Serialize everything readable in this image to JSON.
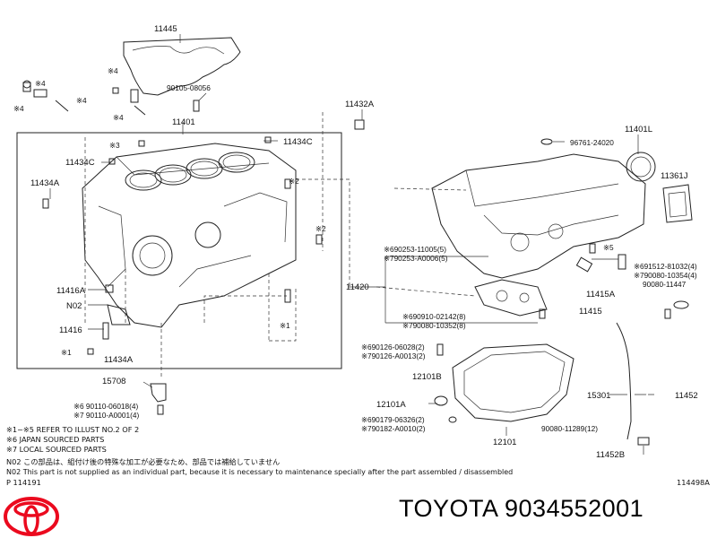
{
  "labels": {
    "p11445": "11445",
    "x4a": "※4",
    "x4b": "※4",
    "x4c": "※4",
    "x4d": "※4",
    "x4e": "※4",
    "p90105": "90105-08056",
    "p11401": "11401",
    "p11432a": "11432A",
    "x3": "※3",
    "p11434c_r": "11434C",
    "p11434c_l": "11434C",
    "p11434a_l": "11434A",
    "x2a": "※2",
    "x2b": "※2",
    "p11416a": "11416A",
    "n02": "N02",
    "p11416": "11416",
    "x1a": "※1",
    "x1b": "※1",
    "p11434a_b": "11434A",
    "p15708": "15708",
    "r15708a": "※6 90110-06018(4)",
    "r15708b": "※7 90110-A0001(4)",
    "p96761": "96761-24020",
    "p11401l": "11401L",
    "p11361j": "11361J",
    "r11005": "※690253-11005(5)",
    "r0006": "※790253-A0006(5)",
    "x5": "※5",
    "r81032": "※691512-81032(4)",
    "r10354": "※790080-10354(4)",
    "r11447": "90080-11447",
    "p11420": "11420",
    "p11415a": "11415A",
    "p11415": "11415",
    "r02142": "※690910-02142(8)",
    "r10352": "※790080-10352(8)",
    "r06028": "※690126-06028(2)",
    "r0013": "※790126-A0013(2)",
    "p12101b": "12101B",
    "p12101a": "12101A",
    "r06326": "※690179-06326(2)",
    "r0010": "※790182-A0010(2)",
    "r11289": "90080-11289(12)",
    "p12101": "12101",
    "p15301": "15301",
    "p11452": "11452",
    "p11452b": "11452B"
  },
  "notes": {
    "n1": "※1~※5 REFER TO ILLUST NO.2 OF 2",
    "n2": "※6 JAPAN SOURCED PARTS",
    "n3": "※7 LOCAL SOURCED PARTS",
    "n4": "N02  この部品は、組付け後の特殊な加工が必要なため、部品では補給していません",
    "n5": "N02  This part is not supplied as an individual part, because it is necessary to maintenance specially after the part assembled / disassembled",
    "page_ref": "P 114191",
    "fig_ref": "114498A"
  },
  "brand": {
    "title": "TOYOTA 9034552001",
    "logo_color": "#eb0a1e",
    "logo_icon": "toyota-logo-icon"
  }
}
